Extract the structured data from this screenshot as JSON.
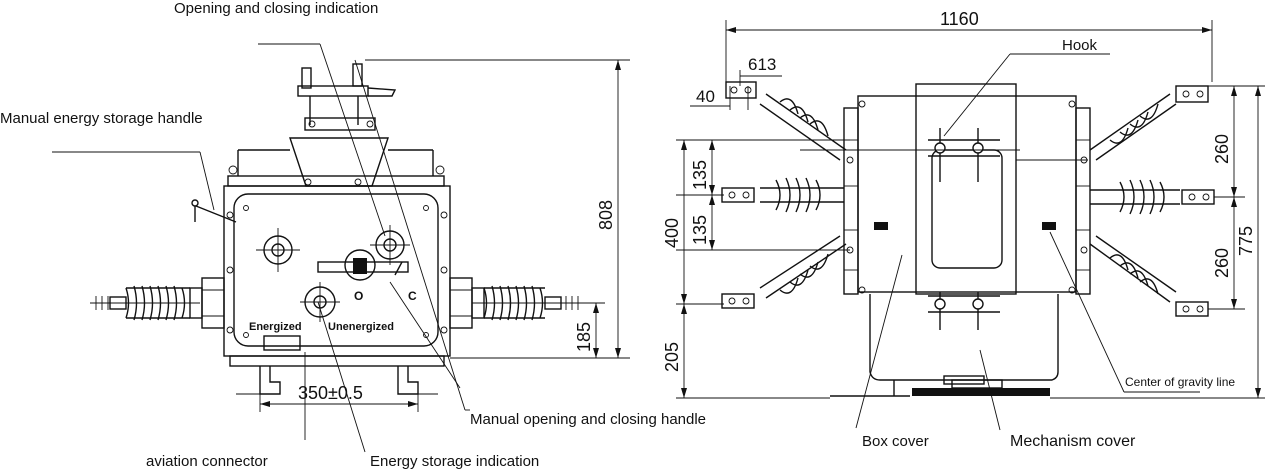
{
  "labels": {
    "opening_closing_indication": "Opening and closing indication",
    "manual_energy_storage_handle": "Manual energy storage handle",
    "manual_opening_closing_handle": "Manual opening and closing handle",
    "aviation_connector": "aviation connector",
    "energy_storage_indication": "Energy storage indication",
    "hook": "Hook",
    "center_of_gravity_line": "Center of gravity line",
    "box_cover": "Box cover",
    "mechanism_cover": "Mechanism cover"
  },
  "panel_marks": {
    "energized": "Energized",
    "unenergized": "Unenergized",
    "open_symbol": "O",
    "close_symbol": "C"
  },
  "dimensions": {
    "front_height": "808",
    "front_bushing_height": "185",
    "front_mount_width": "350±0.5",
    "side_total_width": "1160",
    "side_bushing_offset": "613",
    "side_terminal_offset": "40",
    "side_pitch_upper": "135",
    "side_pitch_lower": "135",
    "side_span_left": "400",
    "side_base_height": "205",
    "side_pitch_right_upper": "260",
    "side_pitch_right_lower": "260",
    "side_total_height": "775"
  }
}
